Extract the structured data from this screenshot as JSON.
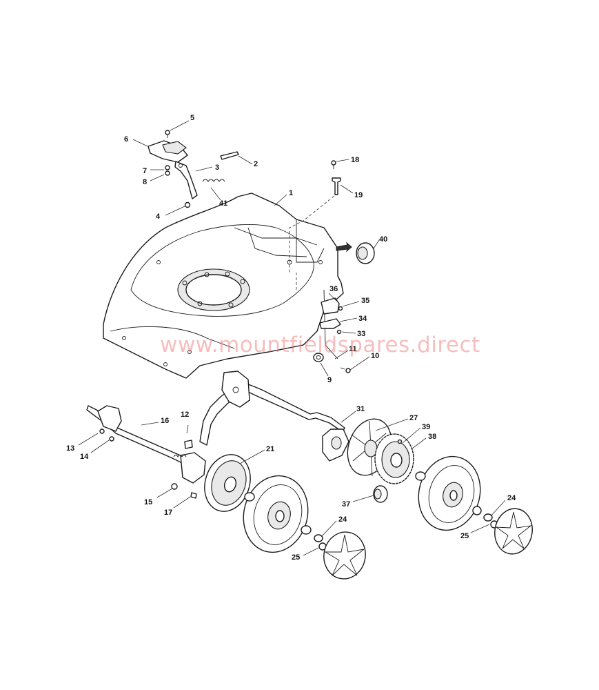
{
  "diagram": {
    "watermark": "www.mountfieldspares.direct",
    "callouts": [
      {
        "id": "c1",
        "label": "1"
      },
      {
        "id": "c2",
        "label": "2"
      },
      {
        "id": "c3",
        "label": "3"
      },
      {
        "id": "c4",
        "label": "4"
      },
      {
        "id": "c5",
        "label": "5"
      },
      {
        "id": "c6",
        "label": "6"
      },
      {
        "id": "c7",
        "label": "7"
      },
      {
        "id": "c8",
        "label": "8"
      },
      {
        "id": "c9",
        "label": "9"
      },
      {
        "id": "c10",
        "label": "10"
      },
      {
        "id": "c11",
        "label": "11"
      },
      {
        "id": "c12",
        "label": "12"
      },
      {
        "id": "c13",
        "label": "13"
      },
      {
        "id": "c14",
        "label": "14"
      },
      {
        "id": "c15",
        "label": "15"
      },
      {
        "id": "c16",
        "label": "16"
      },
      {
        "id": "c17",
        "label": "17"
      },
      {
        "id": "c18",
        "label": "18"
      },
      {
        "id": "c19",
        "label": "19"
      },
      {
        "id": "c21",
        "label": "21"
      },
      {
        "id": "c24a",
        "label": "24"
      },
      {
        "id": "c24b",
        "label": "24"
      },
      {
        "id": "c25a",
        "label": "25"
      },
      {
        "id": "c25b",
        "label": "25"
      },
      {
        "id": "c27",
        "label": "27"
      },
      {
        "id": "c31",
        "label": "31"
      },
      {
        "id": "c33",
        "label": "33"
      },
      {
        "id": "c34",
        "label": "34"
      },
      {
        "id": "c35",
        "label": "35"
      },
      {
        "id": "c36",
        "label": "36"
      },
      {
        "id": "c37",
        "label": "37"
      },
      {
        "id": "c38",
        "label": "38"
      },
      {
        "id": "c39",
        "label": "39"
      },
      {
        "id": "c40",
        "label": "40"
      },
      {
        "id": "c41",
        "label": "41"
      }
    ]
  }
}
